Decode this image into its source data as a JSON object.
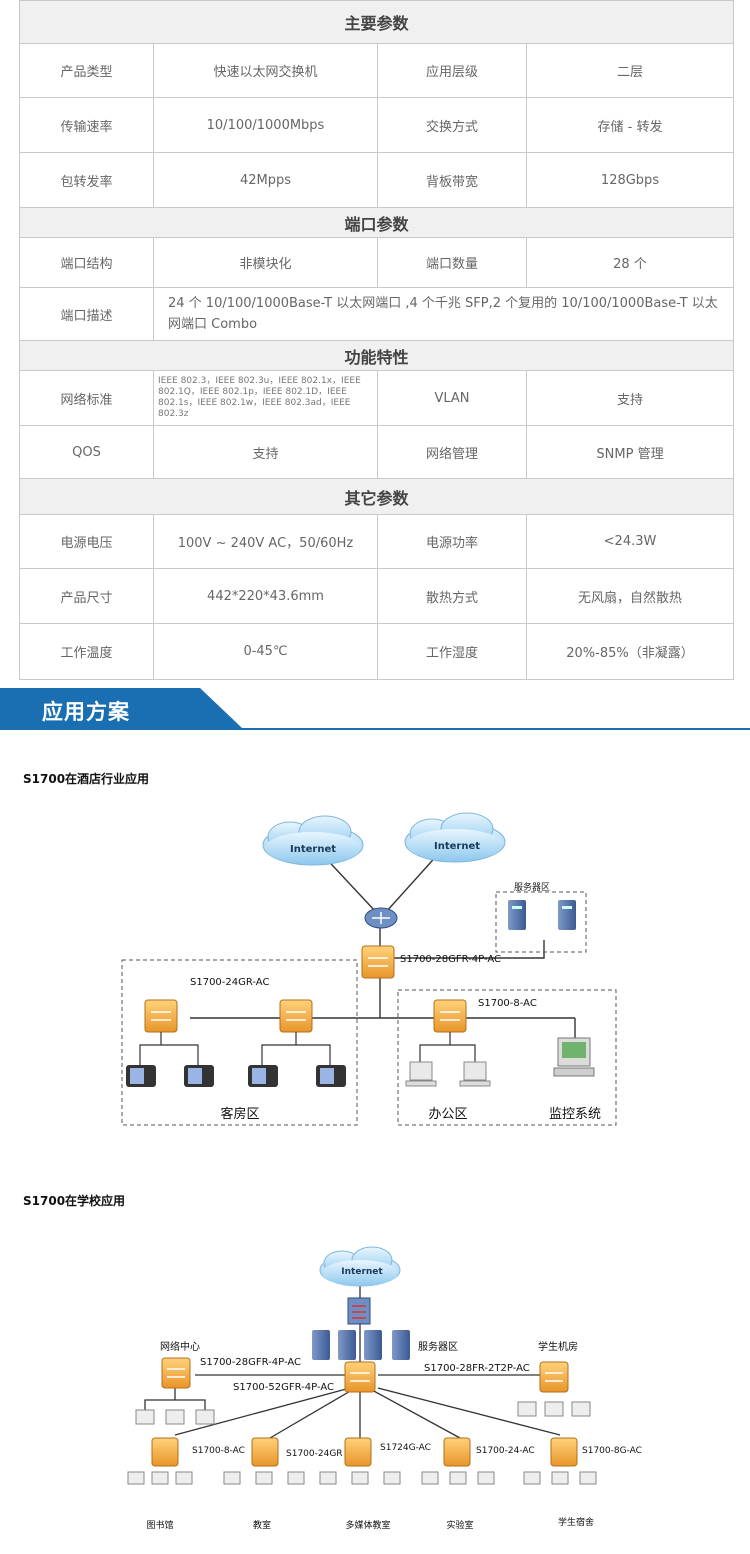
{
  "spec": {
    "sections": {
      "main": "主要参数",
      "port": "端口参数",
      "feature": "功能特性",
      "other": "其它参数"
    },
    "rows": [
      {
        "l1": "产品类型",
        "v1": "快速以太网交换机",
        "l2": "应用层级",
        "v2": "二层"
      },
      {
        "l1": "传输速率",
        "v1": "10/100/1000Mbps",
        "l2": "交换方式",
        "v2": "存储 - 转发"
      },
      {
        "l1": "包转发率",
        "v1": "42Mpps",
        "l2": "背板带宽",
        "v2": "128Gbps"
      },
      {
        "l1": "端口结构",
        "v1": "非模块化",
        "l2": "端口数量",
        "v2": "28 个"
      },
      {
        "l1": "端口描述",
        "v1": "24 个 10/100/1000Base-T 以太网端口 ,4 个千兆 SFP,2 个复用的 10/100/1000Base-T 以太网端口 Combo"
      },
      {
        "l1": "网络标准",
        "v1": "IEEE 802.3，IEEE 802.3u，IEEE 802.1x，IEEE 802.1Q，IEEE 802.1p，IEEE 802.1D，IEEE 802.1s，IEEE 802.1w，IEEE 802.3ad，IEEE 802.3z",
        "l2": "VLAN",
        "v2": "支持"
      },
      {
        "l1": "QOS",
        "v1": "支持",
        "l2": "网络管理",
        "v2": "SNMP 管理"
      },
      {
        "l1": "电源电压",
        "v1": "100V ~ 240V AC，50/60Hz",
        "l2": "电源功率",
        "v2": "<24.3W"
      },
      {
        "l1": "产品尺寸",
        "v1": "442*220*43.6mm",
        "l2": "散热方式",
        "v2": "无风扇，自然散热"
      },
      {
        "l1": "工作温度",
        "v1": "0-45℃",
        "l2": "工作湿度",
        "v2": "20%-85%（非凝露）"
      }
    ]
  },
  "banner": {
    "title": "应用方案"
  },
  "hotel": {
    "title": "S1700在酒店行业应用",
    "internet1": "Internet",
    "internet2": "Internet",
    "server_zone": "服务器区",
    "core": "S1700-28GFR-4P-AC",
    "access1": "S1700-24GR-AC",
    "access2": "S1700-8-AC",
    "guest": "客房区",
    "office": "办公区",
    "monitor": "监控系统"
  },
  "school": {
    "title": "S1700在学校应用",
    "internet": "Internet",
    "server_zone": "服务器区",
    "net_center": "网络中心",
    "student_lab": "学生机房",
    "sw_a": "S1700-28GFR-4P-AC",
    "sw_b": "S1700-52GFR-4P-AC",
    "sw_c": "S1700-28FR-2T2P-AC",
    "sw1": "S1700-8-AC",
    "sw2": "S1700-24GR",
    "sw3": "S1724G-AC",
    "sw4": "S1700-24-AC",
    "sw5": "S1700-8G-AC",
    "z1": "图书馆",
    "z2": "教室",
    "z3": "多媒体教室",
    "z4": "实验室",
    "z5": "学生宿舍"
  }
}
